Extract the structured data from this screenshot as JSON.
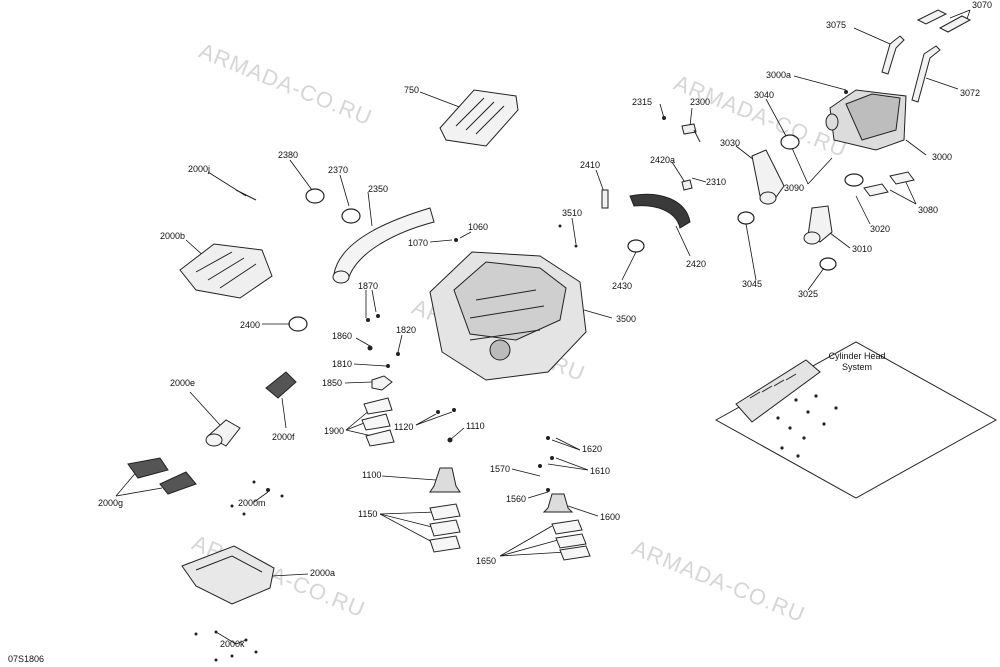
{
  "watermarks": [
    "ARMADA-CO.RU",
    "ARMADA-CO.RU",
    "ARMADA-CO.RU",
    "ARMADA-CO.RU",
    "ARMADA-CO.RU"
  ],
  "callouts": {
    "c750": "750",
    "c2000j": "2000j",
    "c2380": "2380",
    "c2370": "2370",
    "c2350": "2350",
    "c2000b": "2000b",
    "c1060": "1060",
    "c1070": "1070",
    "c1870": "1870",
    "c2400": "2400",
    "c1860": "1860",
    "c1820": "1820",
    "c1810": "1810",
    "c1850": "1850",
    "c2000e": "2000e",
    "c2000f": "2000f",
    "c1900": "1900",
    "c1120": "1120",
    "c1110": "1110",
    "c2000g": "2000g",
    "c2000m": "2000m",
    "c1100": "1100",
    "c1150": "1150",
    "c2000a": "2000a",
    "c2000k": "2000k",
    "c2315": "2315",
    "c2300": "2300",
    "c2410": "2410",
    "c2420a": "2420a",
    "c2310": "2310",
    "c3510": "3510",
    "c2420": "2420",
    "c2430": "2430",
    "c3500": "3500",
    "c3030": "3030",
    "c3040": "3040",
    "c3000a": "3000a",
    "c3075": "3075",
    "c3070": "3070",
    "c3072": "3072",
    "c3000": "3000",
    "c3090": "3090",
    "c3045": "3045",
    "c3020": "3020",
    "c3080": "3080",
    "c3010": "3010",
    "c3025": "3025",
    "c1620": "1620",
    "c1610": "1610",
    "c1570": "1570",
    "c1560": "1560",
    "c1600": "1600",
    "c1650": "1650"
  },
  "cylinder_head_box": {
    "title": "Cylinder Head\nSystem"
  },
  "document_number": "07S1806"
}
